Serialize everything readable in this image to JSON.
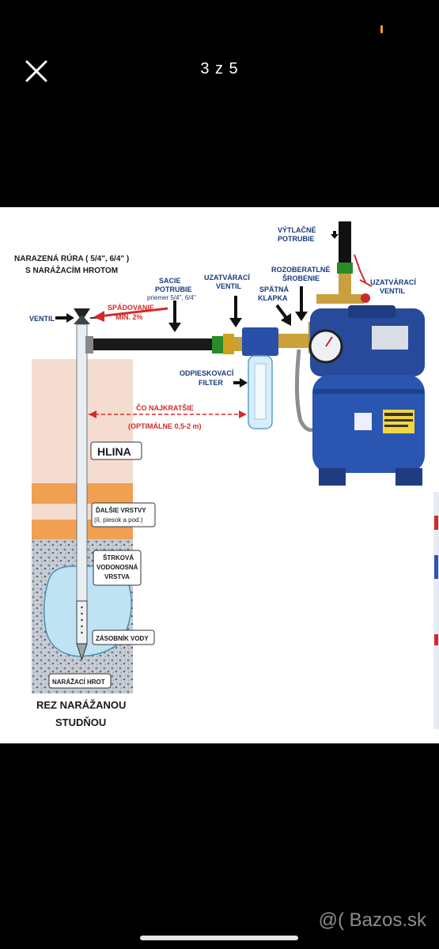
{
  "viewer": {
    "counter": "3 z 5",
    "watermark": "@( Bazos.sk",
    "accent": "#f0a020"
  },
  "image": {
    "labels": {
      "narazena_1": "NARAZENÁ RÚRA ( 5/4\", 6/4\" )",
      "narazena_2": "S NARÁŽACÍM HROTOM",
      "vytlacne_1": "VÝTLAČNÉ",
      "vytlacne_2": "POTRUBIE",
      "sacie_1": "SACIE",
      "sacie_2": "POTRUBIE",
      "sacie_3": "priemer 5/4\", 6/4\"",
      "uzatv_left_1": "UZATVÁRACÍ",
      "uzatv_left_2": "VENTIL",
      "rozob_1": "ROZOBERATLNÉ",
      "rozob_2": "ŠROBENIE",
      "uzatv_right_1": "UZATVÁRACÍ",
      "uzatv_right_2": "VENTIL",
      "spatna_1": "SPÄTNÁ",
      "spatna_2": "KLAPKA",
      "ventil": "VENTIL",
      "spadovanie_1": "SPÁDOVANIE",
      "spadovanie_2": "MIN. 2%",
      "odpiesk_1": "ODPIESKOVACÍ",
      "odpiesk_2": "FILTER",
      "najkratsie_1": "ČO NAJKRATŠIE",
      "najkratsie_2": "(OPTIMÁLNE 0,5-2 m)",
      "hlina": "HLINA",
      "dalsie_1": "ĎALŠIE VRSTVY",
      "dalsie_2": "(íl, piesok a pod.)",
      "strkova_1": "ŠTRKOVÁ",
      "strkova_2": "VODONOSNÁ",
      "strkova_3": "VRSTVA",
      "zasobnik": "ZÁSOBNÍK VODY",
      "narazaci_hrot": "NARÁŽACÍ HROT",
      "rez_1": "REZ NARÁŽANOU",
      "rez_2": "STUDŇOU"
    }
  }
}
